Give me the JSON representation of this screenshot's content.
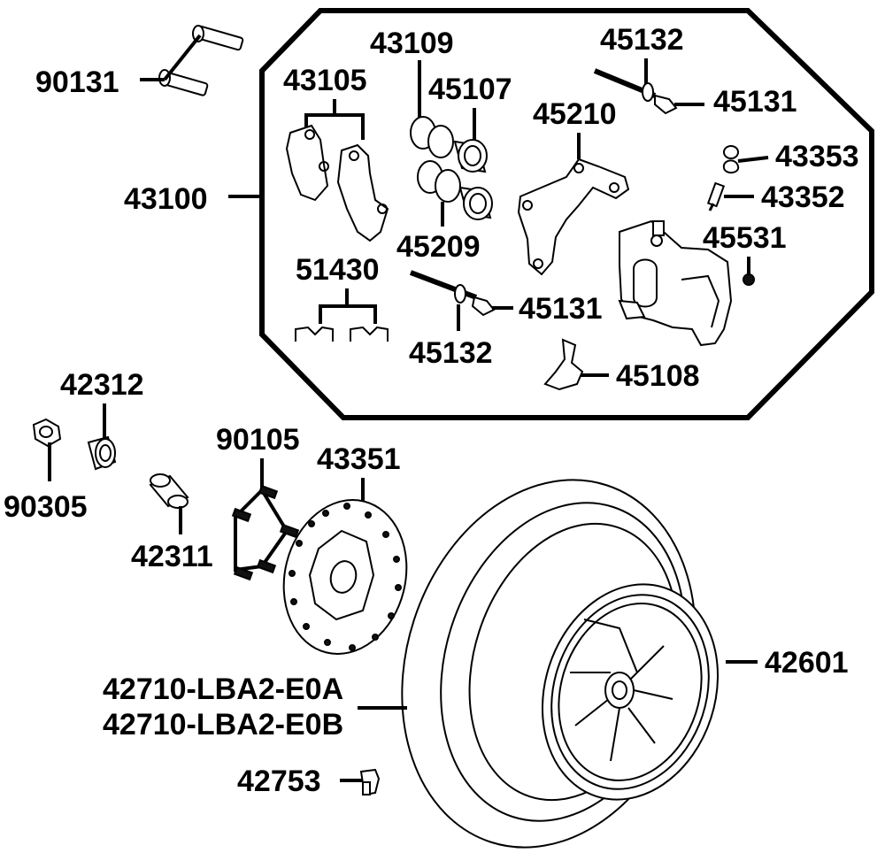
{
  "parts": {
    "p90131": "90131",
    "p43105": "43105",
    "p43109": "43109",
    "p45107": "45107",
    "p45132_top": "45132",
    "p45131_top": "45131",
    "p45210": "45210",
    "p43353": "43353",
    "p43352": "43352",
    "p43100": "43100",
    "p45209": "45209",
    "p45531": "45531",
    "p51430": "51430",
    "p45131_bottom": "45131",
    "p45132_bottom": "45132",
    "p45108": "45108",
    "p42312": "42312",
    "p90305": "90305",
    "p90105": "90105",
    "p43351": "43351",
    "p42311": "42311",
    "p42601": "42601",
    "p42710_a": "42710-LBA2-E0A",
    "p42710_b": "42710-LBA2-E0B",
    "p42753": "42753"
  }
}
